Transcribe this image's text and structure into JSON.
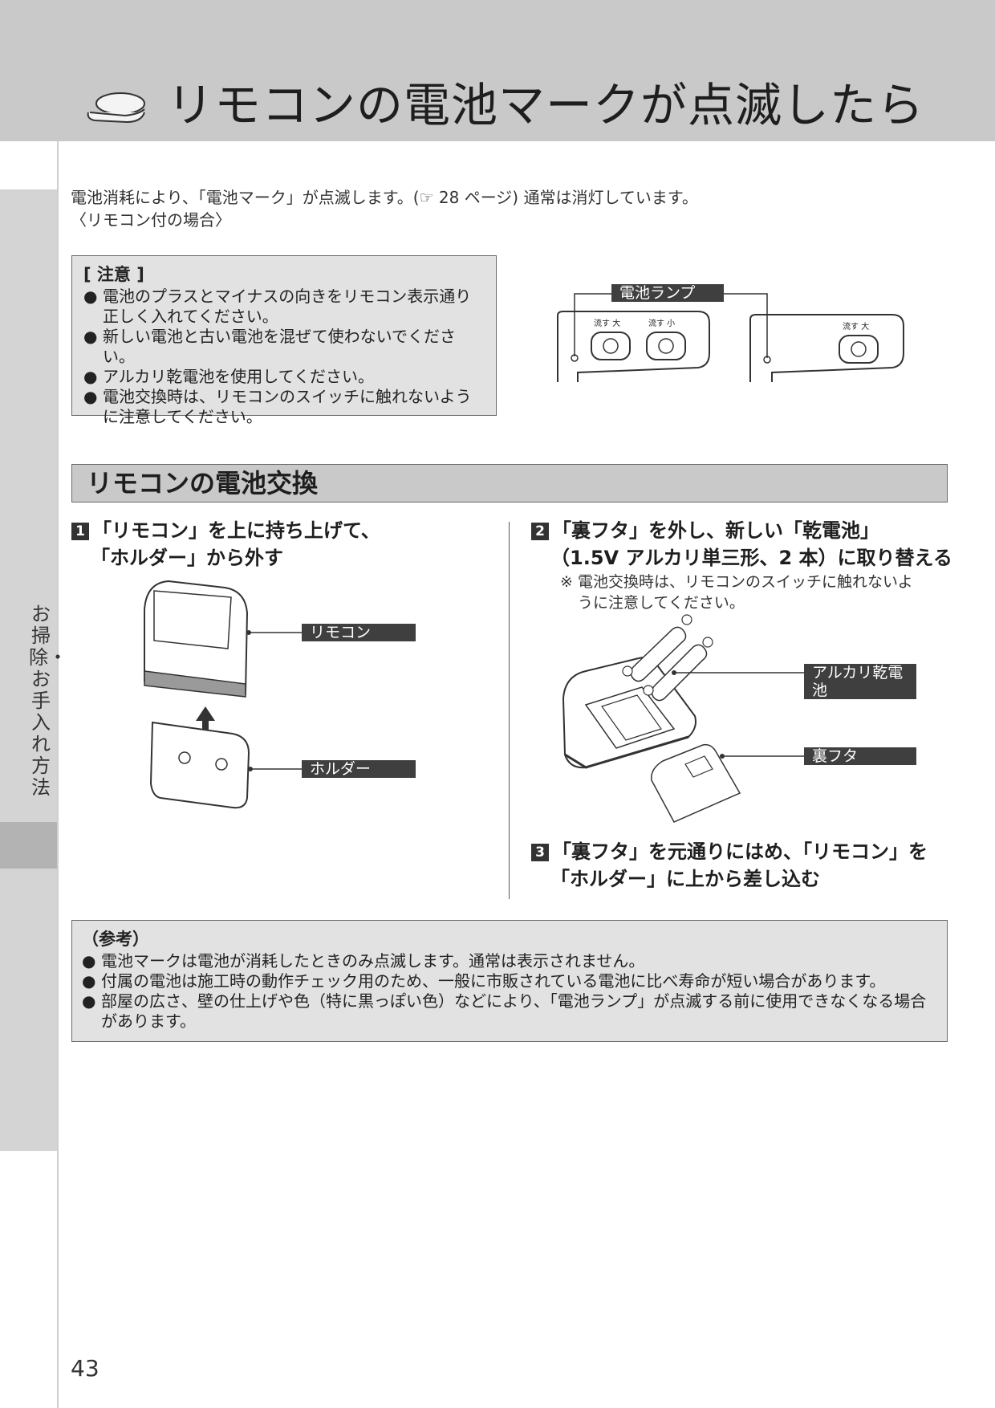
{
  "header": {
    "title": "リモコンの電池マークが点滅したら",
    "icon": "toilet-seat-icon"
  },
  "side_tab": {
    "label": "お掃除・お手入れ方法"
  },
  "intro": {
    "line1": "電池消耗により、「電池マーク」が点滅します。(☞ 28 ページ) 通常は消灯しています。",
    "line2": "〈リモコン付の場合〉"
  },
  "caution": {
    "title": "[ 注意 ]",
    "items": [
      "電池のプラスとマイナスの向きをリモコン表示通り正しく入れてください。",
      "新しい電池と古い電池を混ぜて使わないでください。",
      "アルカリ乾電池を使用してください。",
      "電池交換時は、リモコンのスイッチに触れないように注意してください。"
    ]
  },
  "remote_panel": {
    "lamp_label": "電池ランプ",
    "left_btn1": "流す 大",
    "left_btn2": "流す 小",
    "right_btn": "流す 大"
  },
  "section": {
    "title": "リモコンの電池交換"
  },
  "steps": [
    {
      "num": "1",
      "line1": "「リモコン」を上に持ち上げて、",
      "line2": "「ホルダー」から外す"
    },
    {
      "num": "2",
      "line1": "「裏フタ」を外し、新しい「乾電池」",
      "line2": "（1.5V アルカリ単三形、2 本）に取り替える"
    },
    {
      "num": "3",
      "line1": "「裏フタ」を元通りにはめ、「リモコン」を",
      "line2": "「ホルダー」に上から差し込む"
    }
  ],
  "step2_note": {
    "line1": "※ 電池交換時は、リモコンのスイッチに触れないよ",
    "line2": "うに注意してください。"
  },
  "labels": {
    "remote": "リモコン",
    "holder": "ホルダー",
    "battery": "アルカリ乾電池",
    "back_cover": "裏フタ"
  },
  "reference": {
    "title": "（参考）",
    "items": [
      "電池マークは電池が消耗したときのみ点滅します。通常は表示されません。",
      "付属の電池は施工時の動作チェック用のため、一般に市販されている電池に比べ寿命が短い場合があります。",
      "部屋の広さ、壁の仕上げや色（特に黒っぽい色）などにより、「電池ランプ」が点滅する前に使用できなくなる場合があります。"
    ]
  },
  "page_number": "43"
}
